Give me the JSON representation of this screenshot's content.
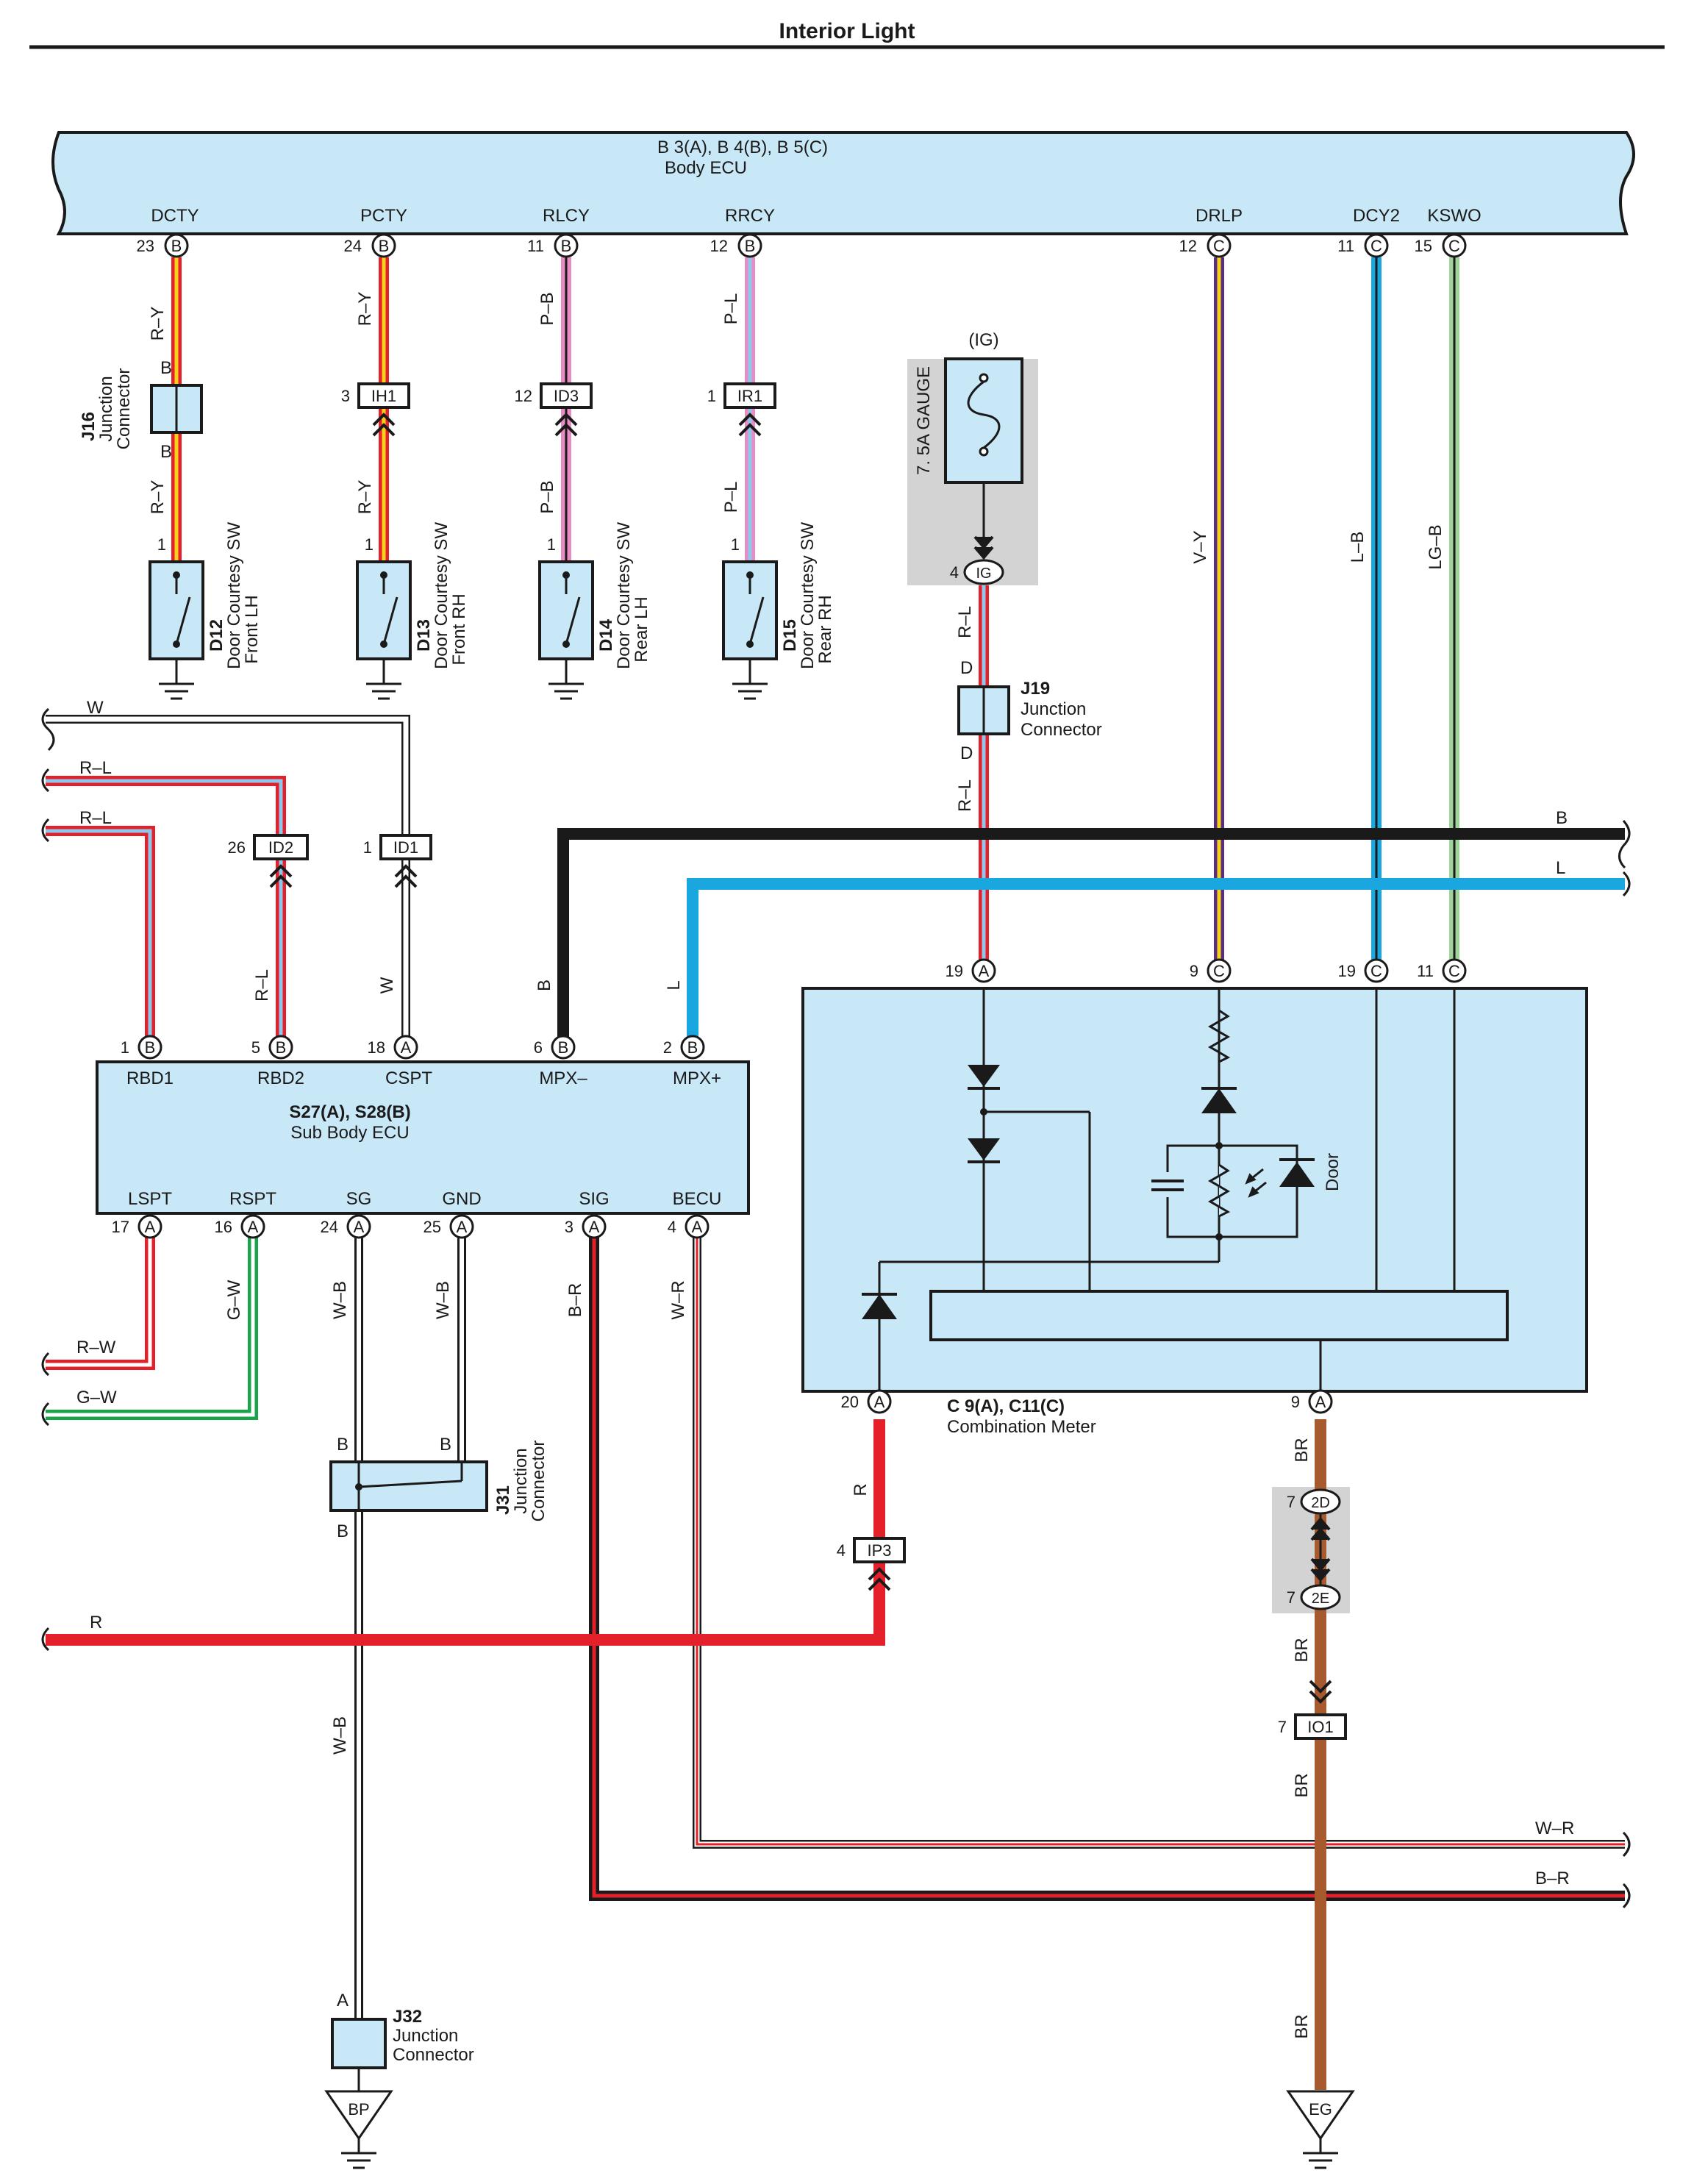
{
  "title": "Interior Light",
  "body_ecu": {
    "name": "B 3(A), B 4(B), B 5(C)",
    "sub": "Body ECU",
    "terminals": [
      {
        "label": "DCTY",
        "pin": "23",
        "conn": "B"
      },
      {
        "label": "PCTY",
        "pin": "24",
        "conn": "B"
      },
      {
        "label": "RLCY",
        "pin": "11",
        "conn": "B"
      },
      {
        "label": "RRCY",
        "pin": "12",
        "conn": "B"
      },
      {
        "label": "DRLP",
        "pin": "12",
        "conn": "C"
      },
      {
        "label": "DCY2",
        "pin": "11",
        "conn": "C"
      },
      {
        "label": "KSWO",
        "pin": "15",
        "conn": "C"
      }
    ]
  },
  "door_switches": [
    {
      "id": "D12",
      "lines": [
        "Door Courtesy SW",
        "Front LH"
      ],
      "wire": "R–Y",
      "pin": "1"
    },
    {
      "id": "D13",
      "lines": [
        "Door Courtesy SW",
        "Front RH"
      ],
      "wire": "R–Y",
      "pin": "1"
    },
    {
      "id": "D14",
      "lines": [
        "Door Courtesy SW",
        "Rear LH"
      ],
      "wire": "P–B",
      "pin": "1"
    },
    {
      "id": "D15",
      "lines": [
        "Door Courtesy SW",
        "Rear RH"
      ],
      "wire": "P–L",
      "pin": "1"
    }
  ],
  "j16": {
    "id": "J16",
    "lines": [
      "Junction",
      "Connector"
    ],
    "pin_top": "B",
    "pin_bottom": "B"
  },
  "inline_connectors": [
    {
      "pin": "3",
      "name": "IH1"
    },
    {
      "pin": "12",
      "name": "ID3"
    },
    {
      "pin": "1",
      "name": "IR1"
    },
    {
      "pin": "26",
      "name": "ID2"
    },
    {
      "pin": "1",
      "name": "ID1"
    },
    {
      "pin": "4",
      "name": "IP3"
    },
    {
      "pin": "7",
      "name": "IO1"
    }
  ],
  "fuse": {
    "supply": "(IG)",
    "name": "7. 5A GAUGE",
    "pin": "4",
    "conn": "IG"
  },
  "j19": {
    "id": "J19",
    "lines": [
      "Junction",
      "Connector"
    ],
    "pin_top": "D",
    "pin_bottom": "D"
  },
  "wires": {
    "r_y": "R–Y",
    "p_b": "P–B",
    "p_l": "P–L",
    "r_l": "R–L",
    "v_y": "V–Y",
    "l_b": "L–B",
    "lg_b": "LG–B",
    "w": "W",
    "b": "B",
    "l": "L",
    "r_w": "R–W",
    "g_w": "G–W",
    "w_b": "W–B",
    "b_r": "B–R",
    "w_r": "W–R",
    "r": "R",
    "br": "BR"
  },
  "sub_body_ecu": {
    "name": "S27(A), S28(B)",
    "sub": "Sub Body ECU",
    "top": [
      {
        "label": "RBD1",
        "pin": "1",
        "conn": "B"
      },
      {
        "label": "RBD2",
        "pin": "5",
        "conn": "B"
      },
      {
        "label": "CSPT",
        "pin": "18",
        "conn": "A"
      },
      {
        "label": "MPX–",
        "pin": "6",
        "conn": "B"
      },
      {
        "label": "MPX+",
        "pin": "2",
        "conn": "B"
      }
    ],
    "bottom": [
      {
        "label": "LSPT",
        "pin": "17",
        "conn": "A"
      },
      {
        "label": "RSPT",
        "pin": "16",
        "conn": "A"
      },
      {
        "label": "SG",
        "pin": "24",
        "conn": "A"
      },
      {
        "label": "GND",
        "pin": "25",
        "conn": "A"
      },
      {
        "label": "SIG",
        "pin": "3",
        "conn": "A"
      },
      {
        "label": "BECU",
        "pin": "4",
        "conn": "A"
      }
    ]
  },
  "meter": {
    "name": "C 9(A), C11(C)",
    "sub": "Combination Meter",
    "door_label": "Door",
    "top": [
      {
        "pin": "19",
        "conn": "A"
      },
      {
        "pin": "9",
        "conn": "C"
      },
      {
        "pin": "19",
        "conn": "C"
      },
      {
        "pin": "11",
        "conn": "C"
      }
    ],
    "bottom": [
      {
        "pin": "20",
        "conn": "A"
      },
      {
        "pin": "9",
        "conn": "A"
      }
    ]
  },
  "j31": {
    "id": "J31",
    "lines": [
      "Junction",
      "Connector"
    ],
    "pins": [
      "B",
      "B",
      "B"
    ]
  },
  "j32": {
    "id": "J32",
    "lines": [
      "Junction",
      "Connector"
    ],
    "pin": "A"
  },
  "j2d": {
    "pin": "7",
    "name": "2D"
  },
  "j2e": {
    "pin": "7",
    "name": "2E"
  },
  "grounds": {
    "bp": "BP",
    "eg": "EG"
  },
  "colors": {
    "red": "#e4202a",
    "yellow": "#f5d21a",
    "pink": "#e88cc4",
    "blue_light": "#8fc6ea",
    "purple": "#5b2d82",
    "cyan": "#1aa7e0",
    "green": "#19a34a",
    "green_light": "#9ed39a",
    "brown": "#a65a2e",
    "black": "#1a1a1a",
    "gray": "#d3d3d3",
    "panel": "#c9e8f7"
  }
}
